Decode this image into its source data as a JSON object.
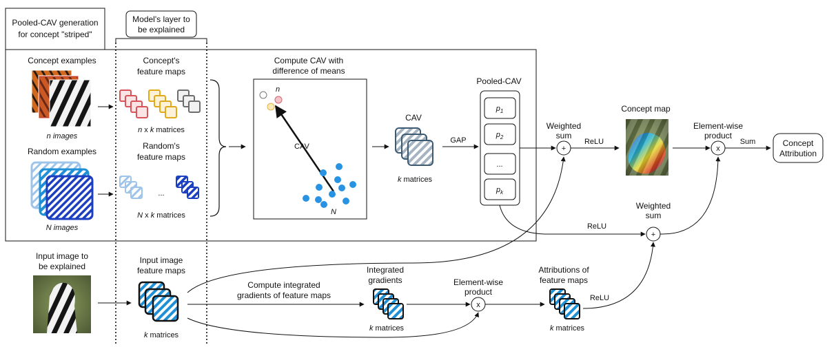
{
  "title": {
    "line1": "Pooled-CAV generation",
    "line2": "for concept \"striped\""
  },
  "layer_label": {
    "line1": "Model's layer to",
    "line2": "be explained"
  },
  "concept_examples": {
    "label": "Concept examples",
    "count": "n images"
  },
  "random_examples": {
    "label": "Random examples",
    "count": "N images"
  },
  "concept_maps": {
    "line1": "Concept's",
    "line2": "feature maps",
    "dims_n": "n",
    "dims_x": " x ",
    "dims_k": "k",
    "dims_suffix": " matrices"
  },
  "random_maps": {
    "line1": "Random's",
    "line2": "feature maps",
    "ellipsis": "...",
    "dims_n": "N",
    "dims_x": " x ",
    "dims_k": "k",
    "dims_suffix": " matrices"
  },
  "compute_cav": {
    "line1": "Compute CAV with",
    "line2": "difference of means",
    "concept_label": "n",
    "random_label": "N",
    "vector_label": "CAV"
  },
  "cav_stack": {
    "label": "CAV",
    "dims_k": "k",
    "dims_suffix": " matrices"
  },
  "gap_label": "GAP",
  "pooled_cav": {
    "label": "Pooled-CAV",
    "p": "p",
    "sub1": "1",
    "sub2": "2",
    "subk": "k",
    "ellipsis": "..."
  },
  "weighted_sum": {
    "line1": "Weighted",
    "line2": "sum",
    "symbol": "+"
  },
  "relu_label": "ReLU",
  "concept_map": {
    "label": "Concept map"
  },
  "elementwise": {
    "line1": "Element-wise",
    "line2": "product",
    "symbol": "x"
  },
  "sum_label": "Sum",
  "output": {
    "line1": "Concept",
    "line2": "Attribution"
  },
  "input_image": {
    "line1": "Input image to",
    "line2": "be explained"
  },
  "input_maps": {
    "line1": "Input image",
    "line2": "feature maps",
    "dims_k": "k",
    "dims_suffix": " matrices"
  },
  "compute_ig": {
    "line1": "Compute integrated",
    "line2": "gradients of feature maps"
  },
  "integrated_gradients": {
    "line1": "Integrated",
    "line2": "gradients",
    "dims_k": "k",
    "dims_suffix": " matrices"
  },
  "attr_maps": {
    "line1": "Attributions of",
    "line2": "feature maps",
    "dims_k": "k",
    "dims_suffix": " matrices"
  }
}
